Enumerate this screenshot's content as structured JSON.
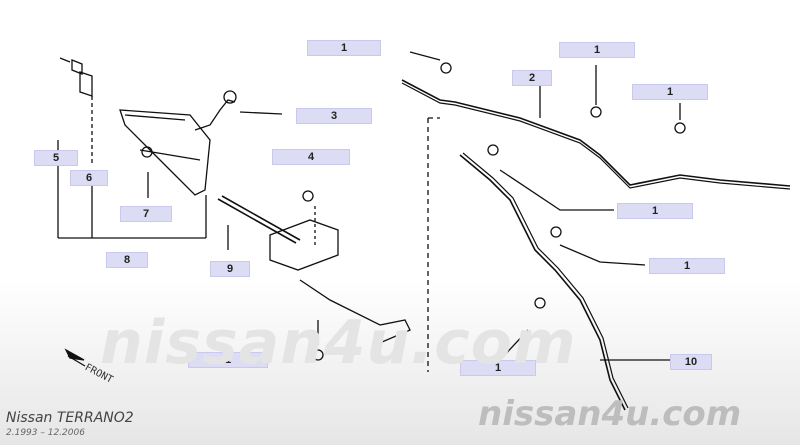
{
  "callouts": {
    "c1_top": "1",
    "c1_right_top": "1",
    "c1_far_right": "1",
    "c1_mid_right": "1",
    "c1_right_low": "1",
    "c1_center_bottom": "1",
    "c1_left_bottom": "1",
    "c2": "2",
    "c3": "3",
    "c4": "4",
    "c5": "5",
    "c6": "6",
    "c7": "7",
    "c8": "8",
    "c9": "9",
    "c10": "10"
  },
  "watermark": {
    "big": "nissan4u.com",
    "small": "nissan4u.com"
  },
  "footer": {
    "car": "Nissan  TERRANO2",
    "dates": "2.1993 – 12.2006"
  },
  "front_label": "FRONT"
}
